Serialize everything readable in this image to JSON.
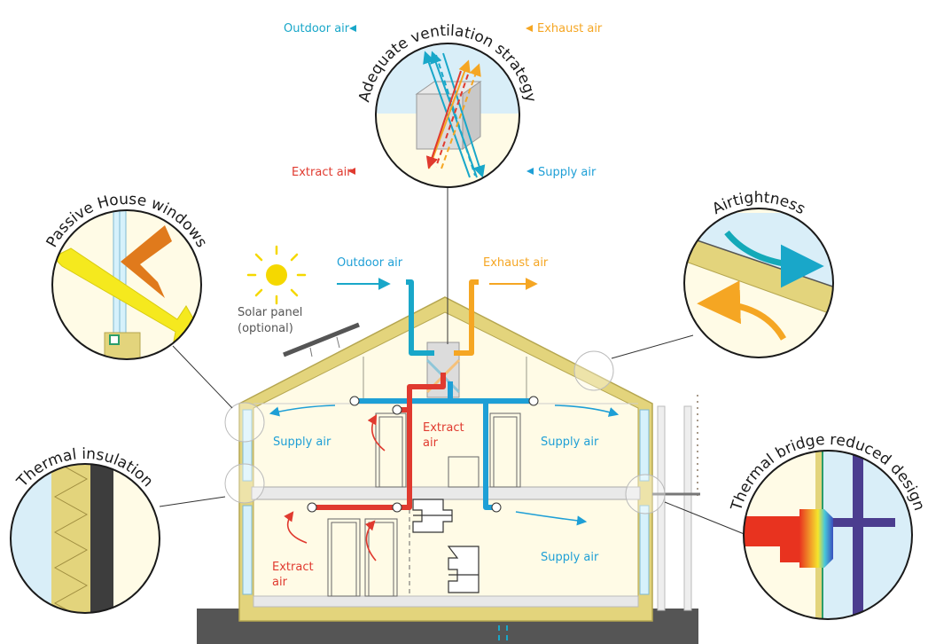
{
  "colors": {
    "supply": "#1e9fd6",
    "outdoor": "#19a7c9",
    "exhaust": "#f5a623",
    "extract": "#e03a2f",
    "wall": "#e3d47c",
    "wall_stroke": "#b5a650",
    "interior": "#fffbe6",
    "ground": "#555555"
  },
  "callouts": {
    "ventilation": {
      "title": "Adequate ventilation strategy",
      "outdoor_air": "Outdoor air",
      "exhaust_air": "Exhaust air",
      "extract_air": "Extract air",
      "supply_air": "Supply air"
    },
    "windows": {
      "title": "Passive House windows"
    },
    "airtightness": {
      "title": "Airtightness"
    },
    "insulation": {
      "title": "Thermal insulation"
    },
    "thermal_bridge": {
      "title": "Thermal bridge reduced design"
    }
  },
  "house": {
    "outdoor_air": "Outdoor air",
    "exhaust_air": "Exhaust air",
    "solar_panel_line1": "Solar panel",
    "solar_panel_line2": "(optional)",
    "upper_left_supply": "Supply air",
    "upper_right_supply": "Supply air",
    "upper_extract_line1": "Extract",
    "upper_extract_line2": "air",
    "lower_extract_line1": "Extract",
    "lower_extract_line2": "air",
    "lower_supply": "Supply air"
  }
}
